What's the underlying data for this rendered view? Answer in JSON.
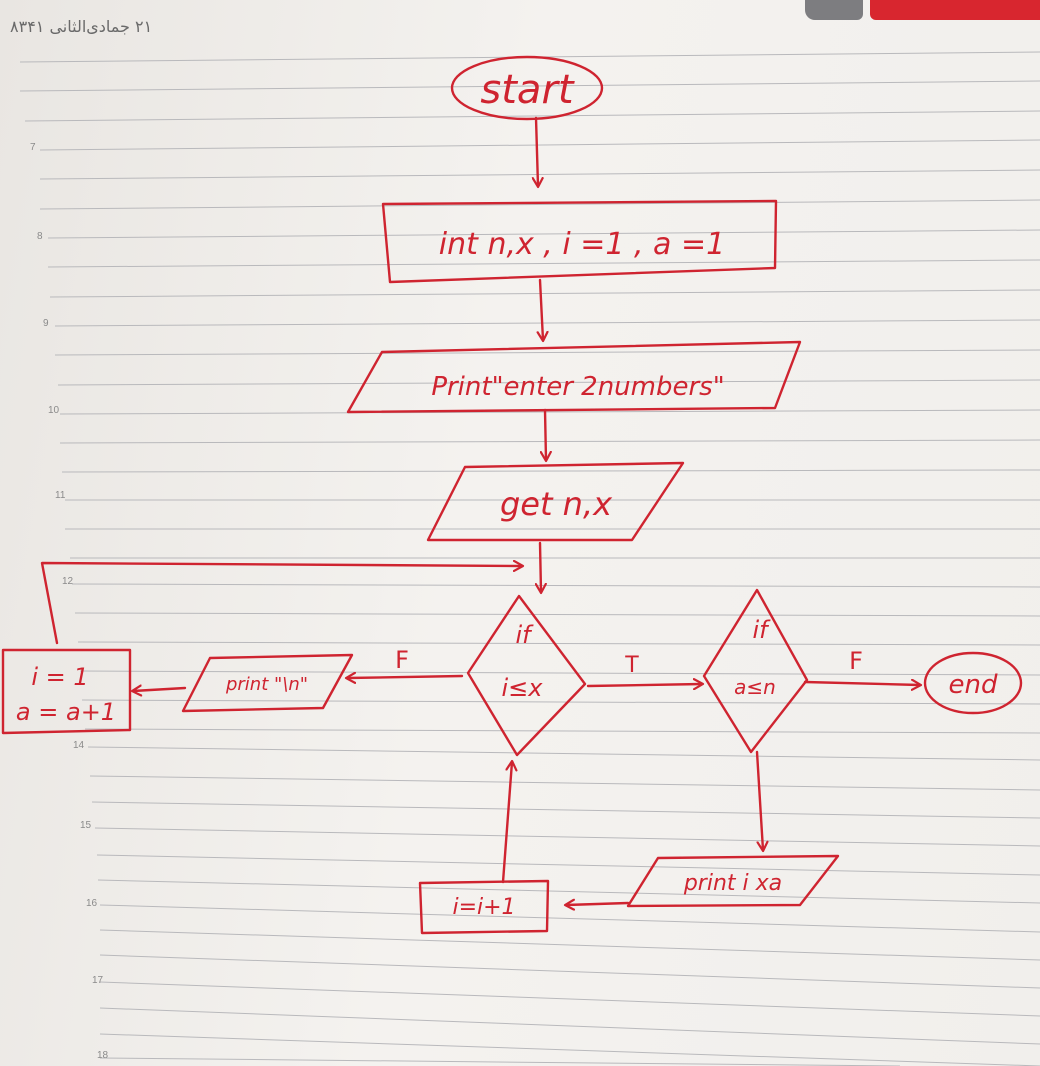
{
  "header": {
    "hijri_date": "۱۲ جمادی‌الثانی ۱۴۳۸"
  },
  "line_numbers": [
    "7",
    "8",
    "9",
    "10",
    "11",
    "12",
    "14",
    "15",
    "16",
    "17",
    "18"
  ],
  "colors": {
    "ink": "#cf2430",
    "rule": "#b9b9bc",
    "paper": "#f2f0ed"
  },
  "flowchart": {
    "start": "start",
    "declare": "int n,x , i =1 , a =1",
    "print_prompt": "Print\"enter 2numbers\"",
    "input": "get n,x",
    "cond1": {
      "line1": "if",
      "line2": "i≤x"
    },
    "cond2": {
      "line1": "if",
      "line2": "a≤n"
    },
    "end": "end",
    "print_newline": "print \"\\n\"",
    "reset": {
      "line1": "i = 1",
      "line2": "a = a+1"
    },
    "print_product": "print i xa",
    "increment": "i=i+1",
    "edge_labels": {
      "cond1_false": "F",
      "cond1_true": "T",
      "cond2_false": "F"
    }
  }
}
